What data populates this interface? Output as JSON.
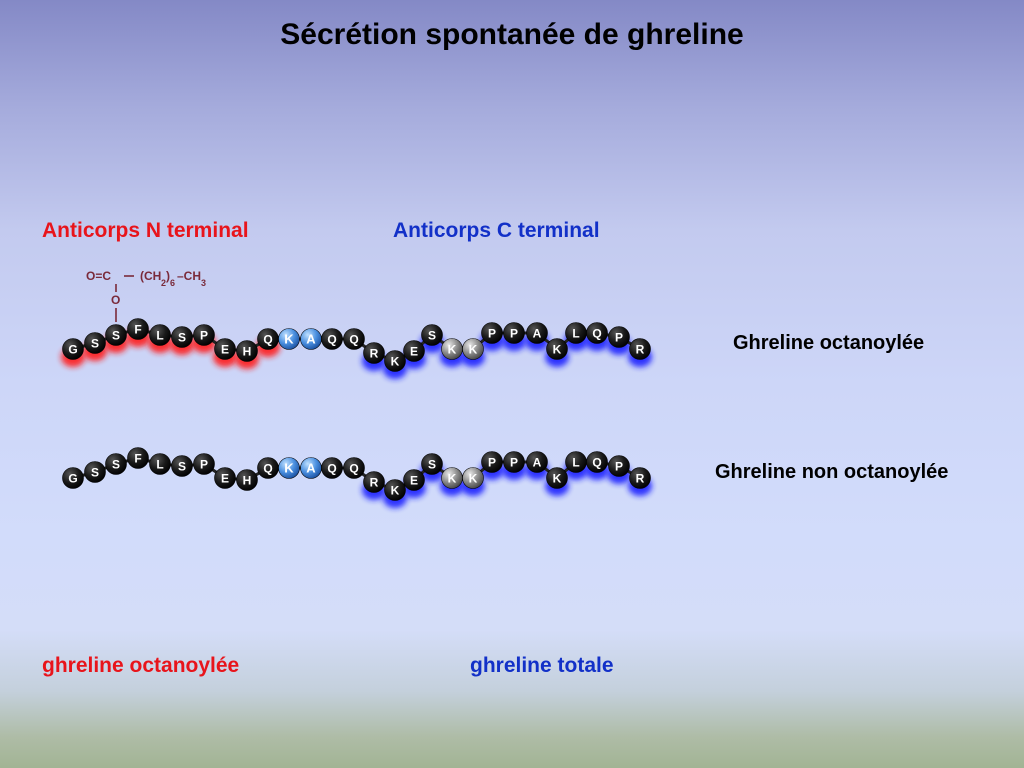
{
  "title": "Sécrétion spontanée de ghreline",
  "antibody_n": "Anticorps N terminal",
  "antibody_c": "Anticorps C terminal",
  "chain_labels": [
    "Ghreline octanoylée",
    "Ghreline non octanoylée"
  ],
  "bottom_left": "ghreline octanoylée",
  "bottom_right": "ghreline totale",
  "sequence": [
    "G",
    "S",
    "S",
    "F",
    "L",
    "S",
    "P",
    "E",
    "H",
    "Q",
    "K",
    "A",
    "Q",
    "Q",
    "R",
    "K",
    "E",
    "S",
    "K",
    "K",
    "P",
    "P",
    "A",
    "K",
    "L",
    "Q",
    "P",
    "R"
  ],
  "octanoyl": {
    "ester_left": "O=C",
    "ch2": "(CH",
    "sub2": "2",
    "close": ")",
    "sub6": "6",
    "dash_ch3": "–CH",
    "sub3": "3",
    "oxygen": "O"
  },
  "colors": {
    "bead": "#1b1b1b",
    "bead_blue": "#4a8fdf",
    "bead_gray": "#7a7a7a",
    "glow_red": "#ff1a1a",
    "glow_blue": "#1a22ff",
    "chain_maroon": "#7a2a3a"
  }
}
